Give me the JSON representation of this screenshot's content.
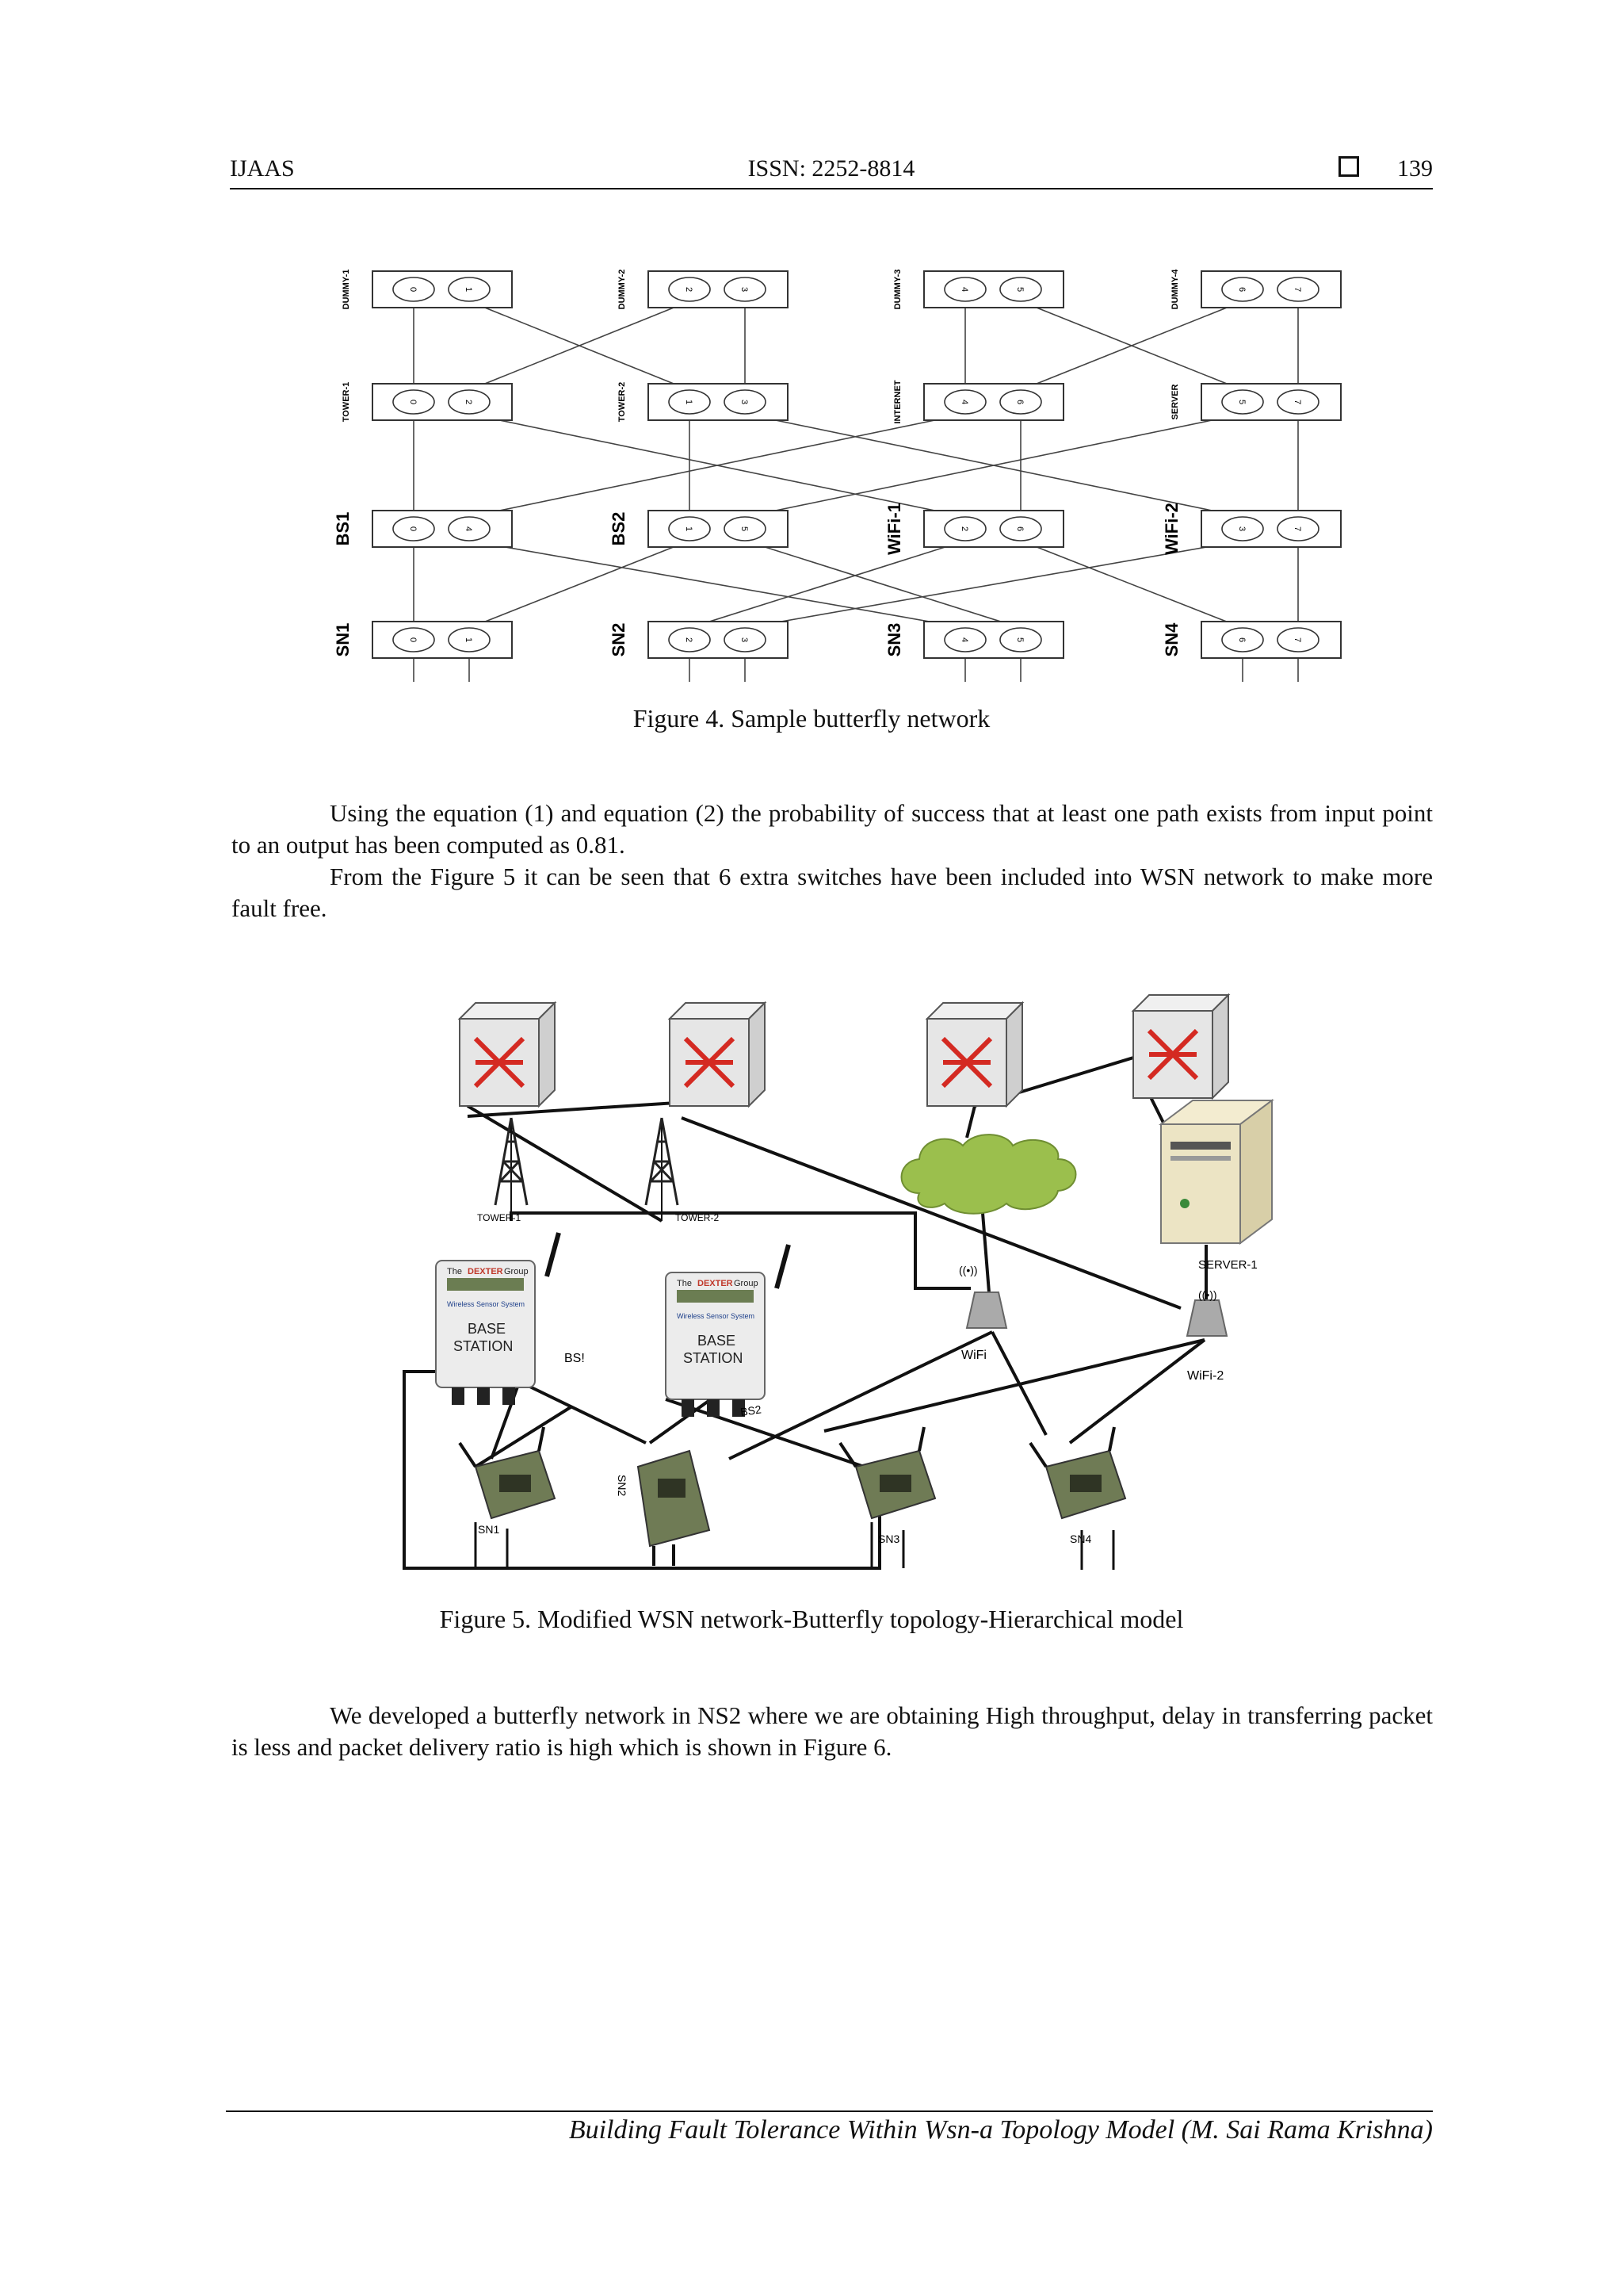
{
  "header": {
    "journal": "IJAAS",
    "issn": "ISSN: 2252-8814",
    "page_number": "139"
  },
  "figure4": {
    "caption": "Figure 4. Sample butterfly network",
    "rows": [
      {
        "label": "DUMMY-1",
        "nodes": [
          "0",
          "1"
        ]
      },
      {
        "label": "DUMMY-2",
        "nodes": [
          "2",
          "3"
        ]
      },
      {
        "label": "DUMMY-3",
        "nodes": [
          "4",
          "5"
        ]
      },
      {
        "label": "DUMMY-4",
        "nodes": [
          "6",
          "7"
        ]
      },
      {
        "label": "TOWER-1",
        "nodes": [
          "0",
          "2"
        ]
      },
      {
        "label": "TOWER-2",
        "nodes": [
          "1",
          "3"
        ]
      },
      {
        "label": "INTERNET",
        "nodes": [
          "4",
          "6"
        ]
      },
      {
        "label": "SERVER",
        "nodes": [
          "5",
          "7"
        ]
      },
      {
        "label": "BS1",
        "nodes": [
          "0",
          "4"
        ]
      },
      {
        "label": "BS2",
        "nodes": [
          "1",
          "5"
        ]
      },
      {
        "label": "WiFi-1",
        "nodes": [
          "2",
          "6"
        ]
      },
      {
        "label": "WiFi-2",
        "nodes": [
          "3",
          "7"
        ]
      },
      {
        "label": "SN1",
        "nodes": [
          "0",
          "1"
        ]
      },
      {
        "label": "SN2",
        "nodes": [
          "2",
          "3"
        ]
      },
      {
        "label": "SN3",
        "nodes": [
          "4",
          "5"
        ]
      },
      {
        "label": "SN4",
        "nodes": [
          "6",
          "7"
        ]
      }
    ]
  },
  "paragraphs": {
    "p1": "Using the equation (1) and equation (2) the probability of success that at least one path exists from input point to an output has been computed as 0.81.",
    "p2": "From the Figure 5 it can be seen that 6 extra switches have been included into WSN network to make more fault free.",
    "p3": "We developed a butterfly network in NS2 where we are obtaining High throughput, delay in transferring packet is less and packet delivery ratio is high which is shown in Figure 6."
  },
  "figure5": {
    "caption": "Figure 5. Modified WSN network-Butterfly topology-Hierarchical model",
    "tower1": "TOWER-1",
    "tower2": "TOWER-2",
    "server": "SERVER-1",
    "wifi1": "WiFi",
    "wifi2": "WiFi-2",
    "bs1": "BS!",
    "bs2": "BS2",
    "sn1": "SN1",
    "sn2": "SN2",
    "sn3": "SN3",
    "sn4": "SN4",
    "station_brand_1": "The",
    "station_brand_2": "DEXTER",
    "station_brand_3": "Group",
    "station_subtitle": "Wireless Sensor System",
    "station_line1": "BASE",
    "station_line2": "STATION",
    "wifi_glyph": "((•))",
    "colors": {
      "cloud": "#9bbf4d",
      "switch_arrow": "#d42a22",
      "server": "#e8e0c0"
    }
  },
  "footer": {
    "running_title": "Building Fault Tolerance Within Wsn-a Topology Model (M. Sai Rama Krishna)"
  }
}
